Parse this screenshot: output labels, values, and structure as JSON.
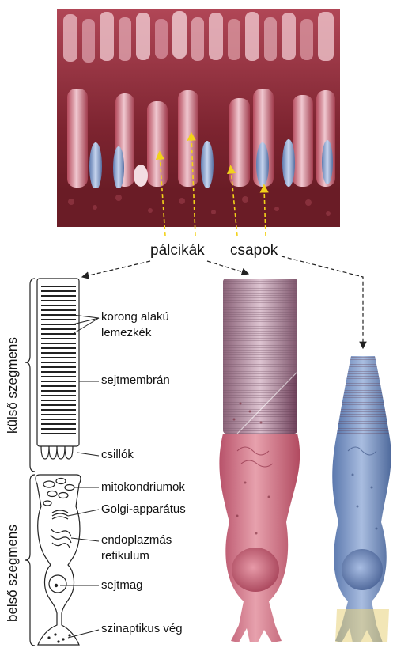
{
  "labels": {
    "rods": "pálcikák",
    "cones": "csapok",
    "outer_segment": "külső szegmens",
    "inner_segment": "belső szegmens",
    "discs_line1": "korong alakú",
    "discs_line2": "lemezkék",
    "cell_membrane": "sejtmembrán",
    "cilia": "csillók",
    "mitochondria": "mitokondriumok",
    "golgi": "Golgi-apparátus",
    "er_line1": "endoplazmás",
    "er_line2": "retikulum",
    "nucleus": "sejtmag",
    "synaptic_end": "szinaptikus vég"
  },
  "colors": {
    "micrograph_bg": "#8a2a35",
    "rod_pink": "#d66878",
    "cone_blue": "#7d98c8",
    "arrow_yellow": "#f2d21a"
  }
}
